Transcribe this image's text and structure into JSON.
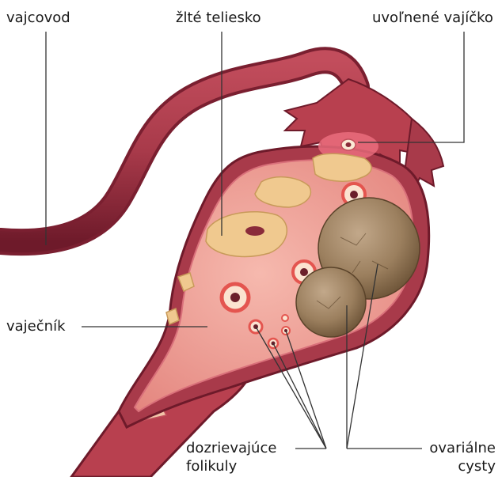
{
  "labels": {
    "oviduct": "vajcovod",
    "corpus_luteum": "žlté teliesko",
    "released_egg": "uvoľnené vajíčko",
    "ovary": "vaječník",
    "follicles_line1": "dozrievajúce",
    "follicles_line2": "folikuly",
    "cysts_line1": "ovariálne",
    "cysts_line2": "cysty"
  },
  "colors": {
    "tube": "#a83a4a",
    "tube_dark": "#7a1f30",
    "ovary_tissue": "#f2a7a0",
    "ovary_edge": "#c2505c",
    "corpus_luteum": "#e8c48a",
    "cyst": "#9b7f5e",
    "leader_line": "#333333"
  },
  "icons": {
    "illustration": "ovary-cross-section-illustration"
  }
}
